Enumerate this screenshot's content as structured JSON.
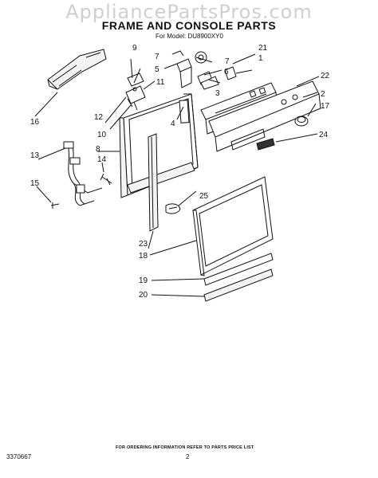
{
  "watermark": "AppliancePartsPros.com",
  "title": "FRAME AND CONSOLE PARTS",
  "model_line": "For Model: DU8900XY0",
  "callouts": [
    "1",
    "2",
    "3",
    "4",
    "5",
    "6",
    "7",
    "7",
    "8",
    "9",
    "10",
    "11",
    "12",
    "13",
    "14",
    "15",
    "16",
    "17",
    "18",
    "19",
    "20",
    "21",
    "22",
    "23",
    "24",
    "25"
  ],
  "footer": {
    "order_info": "FOR ORDERING INFORMATION REFER TO PARTS PRICE LIST",
    "doc_number": "3370667",
    "page_number": "2"
  }
}
